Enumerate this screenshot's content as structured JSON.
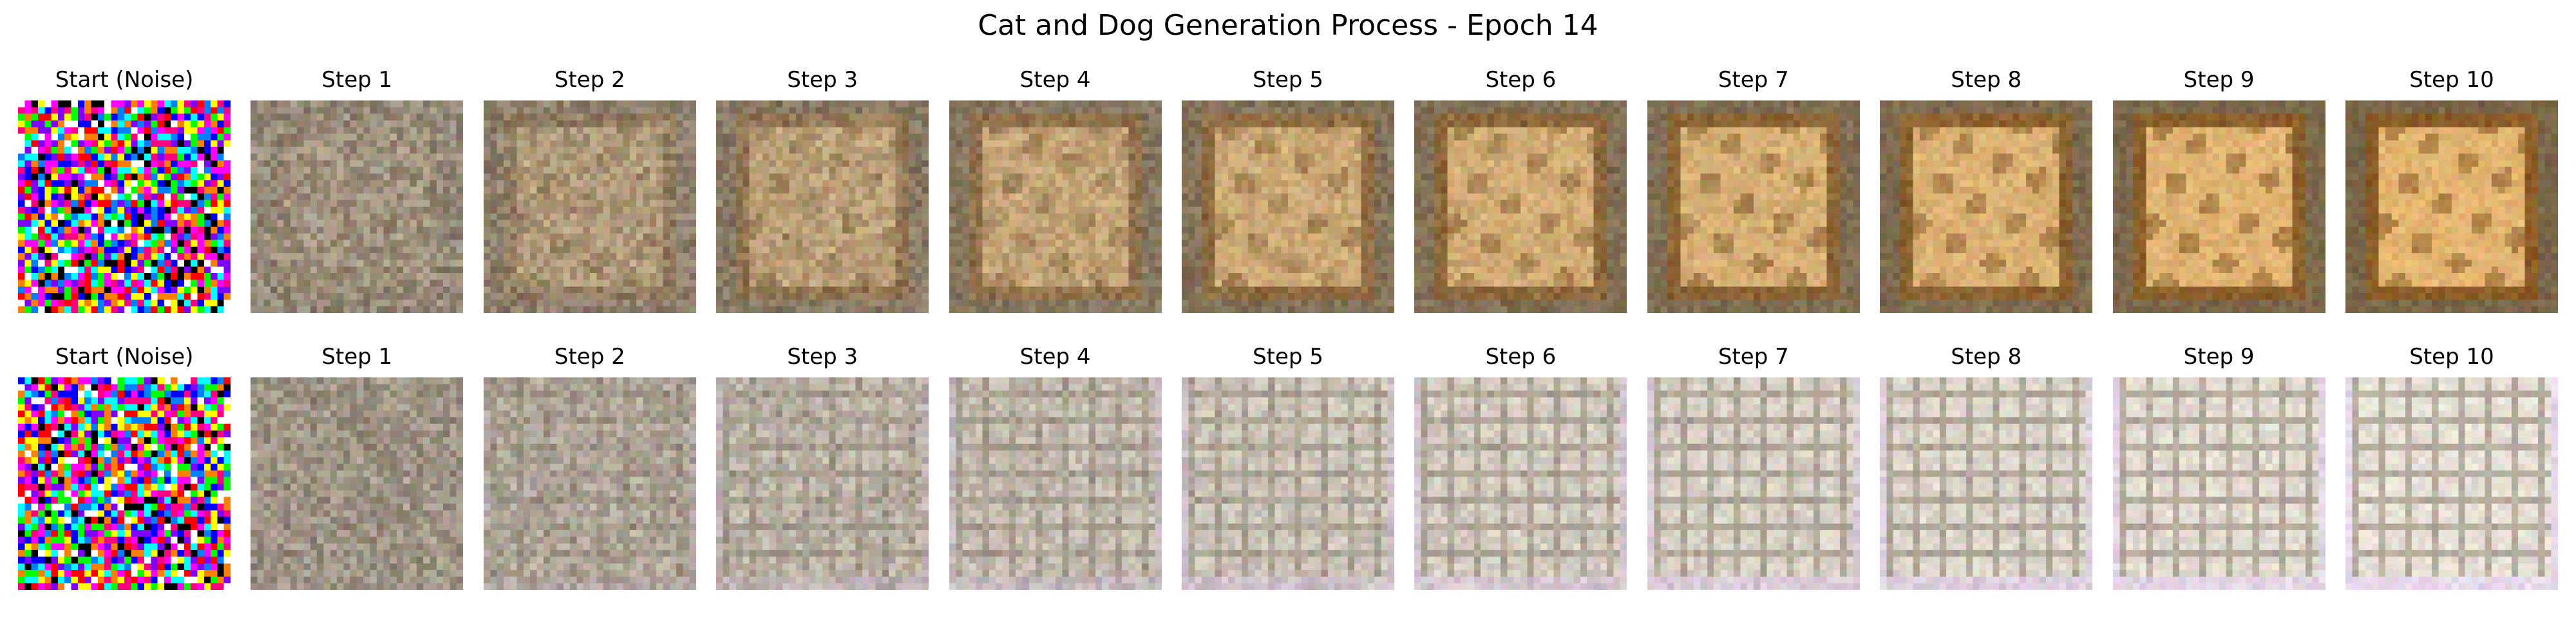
{
  "figure": {
    "title": "Cat and Dog Generation Process - Epoch 14"
  },
  "rows": [
    {
      "panels": [
        {
          "title": "Start (Noise)",
          "kind": "noise",
          "seed": 7
        },
        {
          "title": "Step 1",
          "kind": "box",
          "progress": 0.1
        },
        {
          "title": "Step 2",
          "kind": "box",
          "progress": 0.3
        },
        {
          "title": "Step 3",
          "kind": "box",
          "progress": 0.45
        },
        {
          "title": "Step 4",
          "kind": "box",
          "progress": 0.55
        },
        {
          "title": "Step 5",
          "kind": "box",
          "progress": 0.65
        },
        {
          "title": "Step 6",
          "kind": "box",
          "progress": 0.72
        },
        {
          "title": "Step 7",
          "kind": "box",
          "progress": 0.78
        },
        {
          "title": "Step 8",
          "kind": "box",
          "progress": 0.84
        },
        {
          "title": "Step 9",
          "kind": "box",
          "progress": 0.9
        },
        {
          "title": "Step 10",
          "kind": "box",
          "progress": 0.95
        }
      ]
    },
    {
      "panels": [
        {
          "title": "Start (Noise)",
          "kind": "noise",
          "seed": 31
        },
        {
          "title": "Step 1",
          "kind": "grid",
          "progress": 0.1
        },
        {
          "title": "Step 2",
          "kind": "grid",
          "progress": 0.3
        },
        {
          "title": "Step 3",
          "kind": "grid",
          "progress": 0.45
        },
        {
          "title": "Step 4",
          "kind": "grid",
          "progress": 0.55
        },
        {
          "title": "Step 5",
          "kind": "grid",
          "progress": 0.65
        },
        {
          "title": "Step 6",
          "kind": "grid",
          "progress": 0.72
        },
        {
          "title": "Step 7",
          "kind": "grid",
          "progress": 0.78
        },
        {
          "title": "Step 8",
          "kind": "grid",
          "progress": 0.84
        },
        {
          "title": "Step 9",
          "kind": "grid",
          "progress": 0.9
        },
        {
          "title": "Step 10",
          "kind": "grid",
          "progress": 0.95
        }
      ]
    }
  ],
  "colors": {
    "box_fill": "#e8b871",
    "box_frame": "#8a5a22",
    "grid_bg": "#ece6dc",
    "grid_lines": "#8a8070"
  }
}
